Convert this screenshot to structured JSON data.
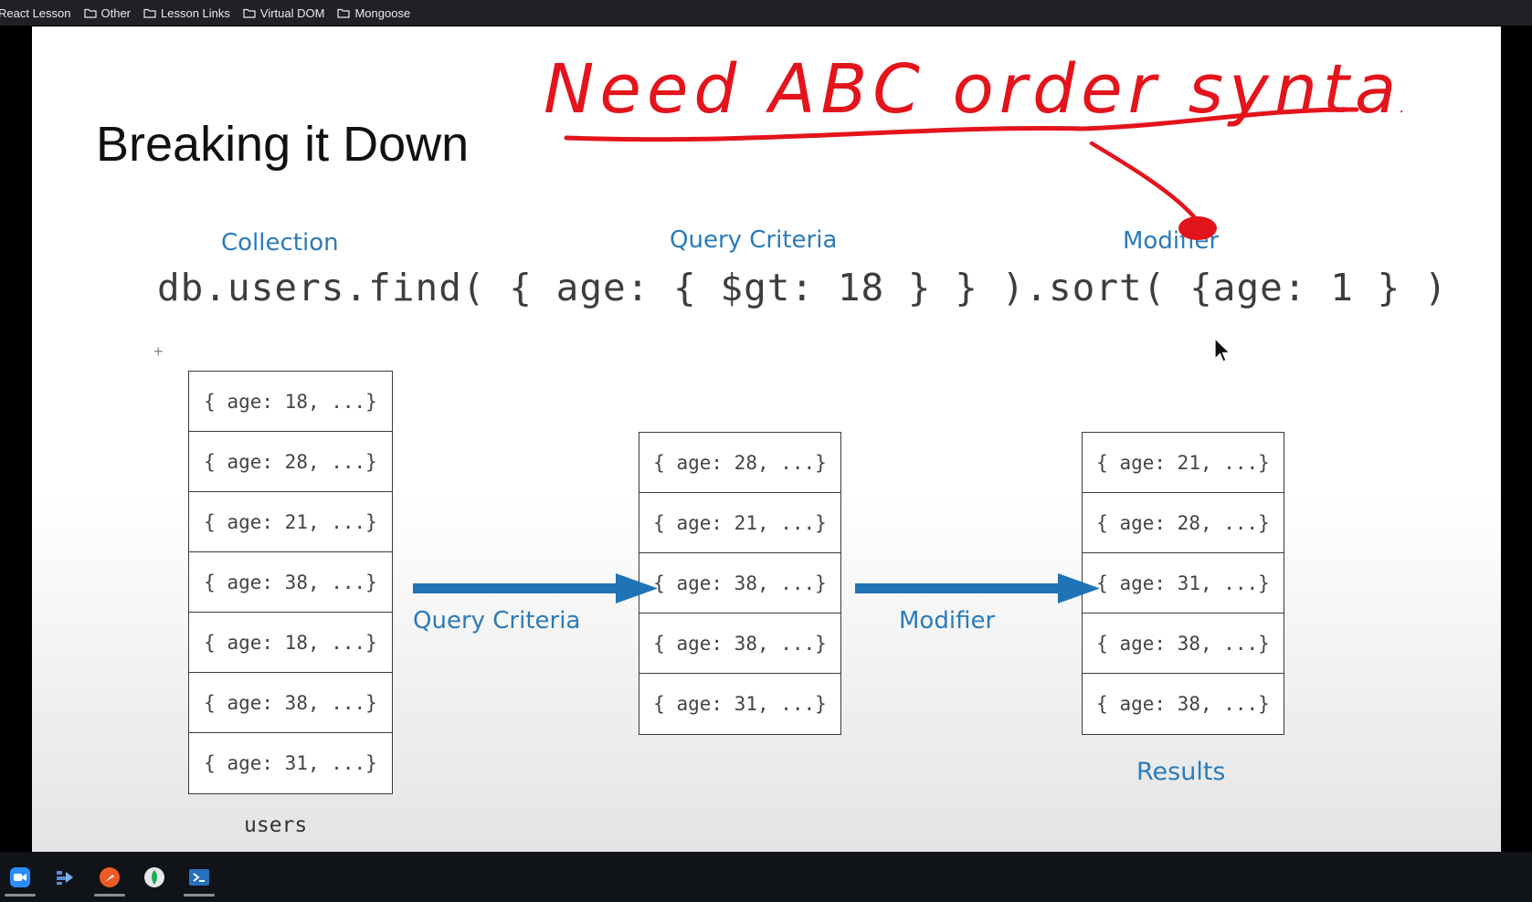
{
  "bookmarks": [
    {
      "label": "React Lesson",
      "icon": "none"
    },
    {
      "label": "Other",
      "icon": "folder-icon"
    },
    {
      "label": "Lesson Links",
      "icon": "folder-icon"
    },
    {
      "label": "Virtual DOM",
      "icon": "folder-icon"
    },
    {
      "label": "Mongoose",
      "icon": "folder-icon"
    }
  ],
  "slide": {
    "title": "Breaking it Down",
    "labels": {
      "collection": "Collection",
      "query_criteria": "Query Criteria",
      "modifier": "Modifier"
    },
    "code": "db.users.find( { age: { $gt: 18 } } ).sort( {age: 1 } )",
    "stacks": {
      "users": [
        "{ age: 18, ...}",
        "{ age: 28, ...}",
        "{ age: 21, ...}",
        "{ age: 38, ...}",
        "{ age: 18, ...}",
        "{ age: 38, ...}",
        "{ age: 31, ...}"
      ],
      "filtered": [
        "{ age: 28, ...}",
        "{ age: 21, ...}",
        "{ age: 38, ...}",
        "{ age: 38, ...}",
        "{ age: 31, ...}"
      ],
      "results": [
        "{ age: 21, ...}",
        "{ age: 28, ...}",
        "{ age: 31, ...}",
        "{ age: 38, ...}",
        "{ age: 38, ...}"
      ]
    },
    "arrow1_label": "Query Criteria",
    "arrow2_label": "Modifier",
    "caption_users": "users",
    "caption_results": "Results",
    "annotation": "Need ABC order syntax also",
    "colors": {
      "label_blue": "#2b7bb9",
      "arrow_blue": "#1f73b7",
      "ink_red": "#e3141c"
    }
  },
  "taskbar": [
    {
      "icon": "zoom-icon"
    },
    {
      "icon": "remote-icon"
    },
    {
      "icon": "postman-icon"
    },
    {
      "icon": "mongodb-compass-icon"
    },
    {
      "icon": "powershell-icon"
    }
  ]
}
